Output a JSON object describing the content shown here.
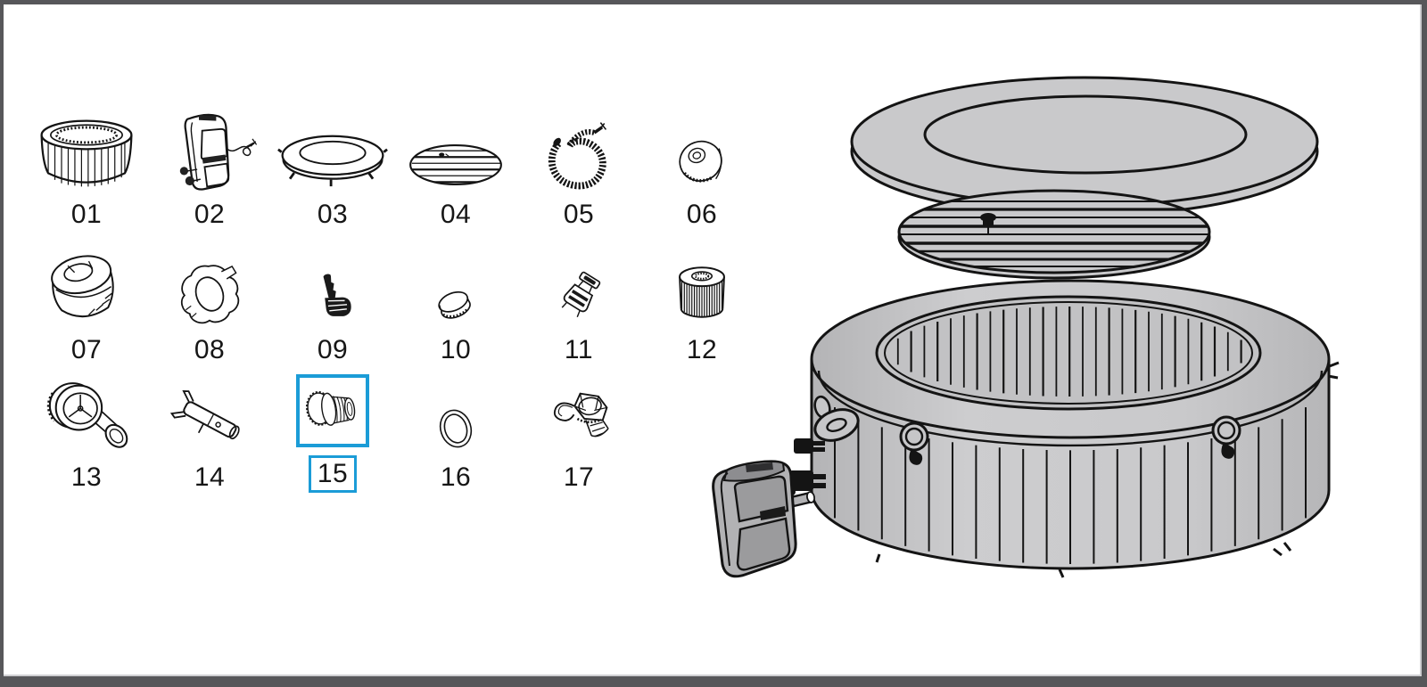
{
  "page": {
    "frame_color": "#57575a",
    "canvas_background": "#ffffff",
    "line_color": "#141414",
    "artwork_fill": "#c6c6c8",
    "highlight_color": "#1b9cd7"
  },
  "parts_grid": {
    "selected_part": "15",
    "parts": [
      {
        "label": "01",
        "icon": "spa-liner-ring-icon",
        "highlighted": false
      },
      {
        "label": "02",
        "icon": "pump-unit-icon",
        "highlighted": false
      },
      {
        "label": "03",
        "icon": "inflatable-cover-ring-icon",
        "highlighted": false
      },
      {
        "label": "04",
        "icon": "inflatable-bladder-icon",
        "highlighted": false
      },
      {
        "label": "05",
        "icon": "coiled-hose-icon",
        "highlighted": false
      },
      {
        "label": "06",
        "icon": "valve-cap-icon",
        "highlighted": false
      },
      {
        "label": "07",
        "icon": "threaded-coupling-icon",
        "highlighted": false
      },
      {
        "label": "08",
        "icon": "clamp-ring-icon",
        "highlighted": false
      },
      {
        "label": "09",
        "icon": "drain-nozzle-icon",
        "highlighted": false
      },
      {
        "label": "10",
        "icon": "small-cap-icon",
        "highlighted": false
      },
      {
        "label": "11",
        "icon": "buckle-clip-icon",
        "highlighted": false
      },
      {
        "label": "12",
        "icon": "filter-cartridge-icon",
        "highlighted": false
      },
      {
        "label": "13",
        "icon": "elbow-valve-icon",
        "highlighted": false
      },
      {
        "label": "14",
        "icon": "valve-tool-icon",
        "highlighted": false
      },
      {
        "label": "15",
        "icon": "threaded-adapter-icon",
        "highlighted": true
      },
      {
        "label": "16",
        "icon": "o-ring-icon",
        "highlighted": false
      },
      {
        "label": "17",
        "icon": "tethered-valve-icon",
        "highlighted": false
      }
    ]
  },
  "assembly_diagram": {
    "components": [
      {
        "icon": "spa-cover-lid"
      },
      {
        "icon": "inflatable-bladder"
      },
      {
        "icon": "spa-tub-body"
      },
      {
        "icon": "pump-unit"
      }
    ]
  }
}
